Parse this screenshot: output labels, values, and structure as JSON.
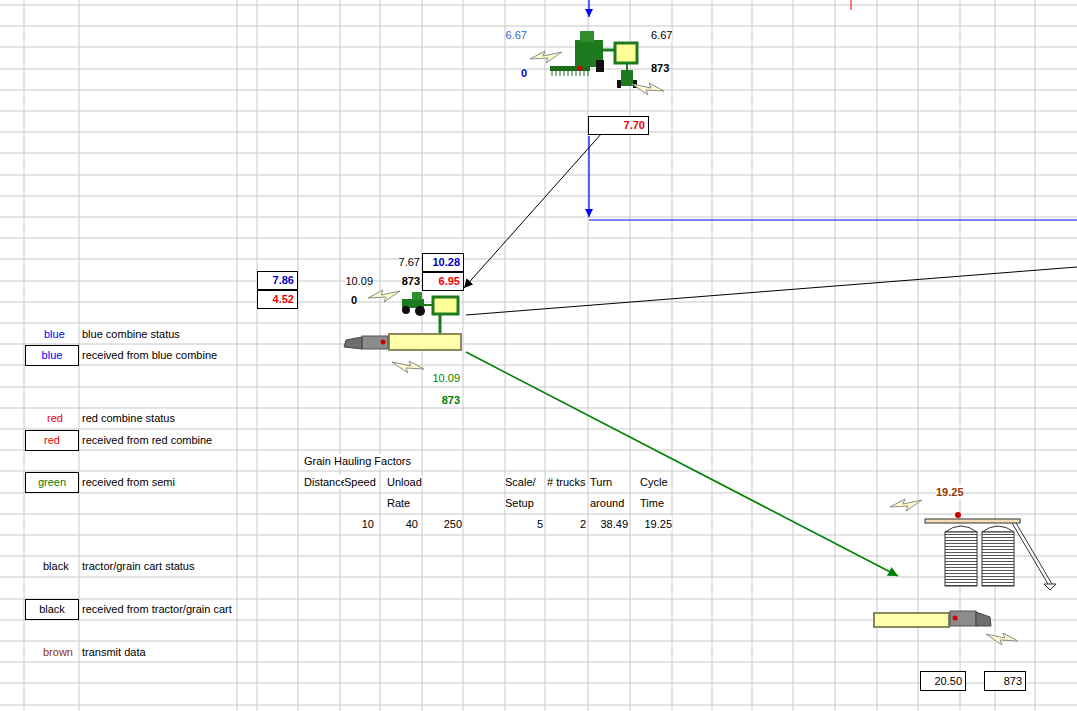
{
  "diagram": {
    "nodes": [
      {
        "text": [
          "7.70"
        ]
      },
      {
        "text": [
          "10.28"
        ]
      },
      {
        "text": [
          "7.86"
        ]
      },
      {
        "text": [
          "6.95"
        ]
      },
      {
        "text": [
          "4.52"
        ]
      },
      {
        "text": [
          "blue"
        ]
      },
      {
        "text": [
          "red"
        ]
      },
      {
        "text": [
          "green"
        ]
      },
      {
        "text": [
          "black"
        ]
      },
      {
        "text": [
          "20.50"
        ]
      },
      {
        "text": [
          "873"
        ]
      }
    ],
    "edges": [
      {
        "from": 0,
        "to": 3,
        "arrow": "to"
      }
    ],
    "labels": [
      "6.67",
      "0",
      "6.67",
      "873",
      "7.67",
      "10.09",
      "873",
      "0",
      "blue",
      "blue combine status",
      "received from blue combine",
      "10.09",
      "873",
      "red",
      "red combine status",
      "received from red combine",
      "Grain Hauling Factors",
      "received from semi",
      "Distance",
      "Speed",
      "Unload",
      "Scale/",
      "# trucks",
      "Turn",
      "Cycle",
      "19.25",
      "Rate",
      "Setup",
      "around",
      "Time",
      "10",
      "40",
      "250",
      "5",
      "2",
      "38.49",
      "19.25",
      "black",
      "tractor/grain cart status",
      "received from tractor/grain cart",
      "brown",
      "transmit data"
    ]
  }
}
